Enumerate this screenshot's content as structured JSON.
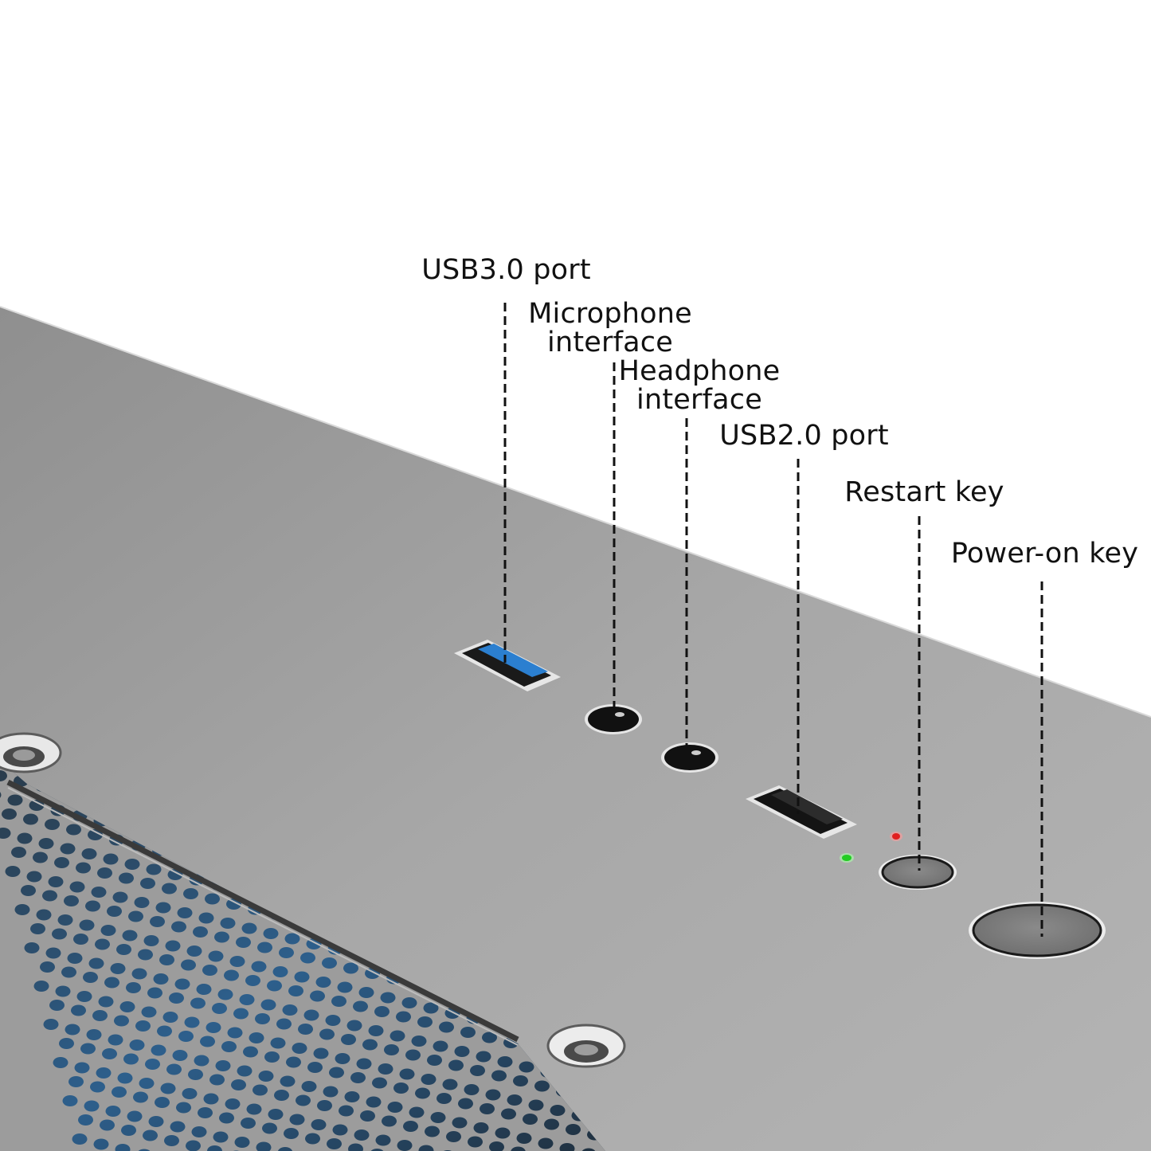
{
  "labels": {
    "usb3": "USB3.0 port",
    "mic_line1": "Microphone",
    "mic_line2": "interface",
    "headphone_line1": "Headphone",
    "headphone_line2": "interface",
    "usb2": "USB2.0 port",
    "restart": "Restart key",
    "power": "Power-on key"
  },
  "colors": {
    "panel": "#a4a4a4",
    "usb3_tongue": "#2b7fd0",
    "led_red": "#e02020",
    "led_green": "#22cc22",
    "mesh_blue": "#2f6fa6"
  }
}
